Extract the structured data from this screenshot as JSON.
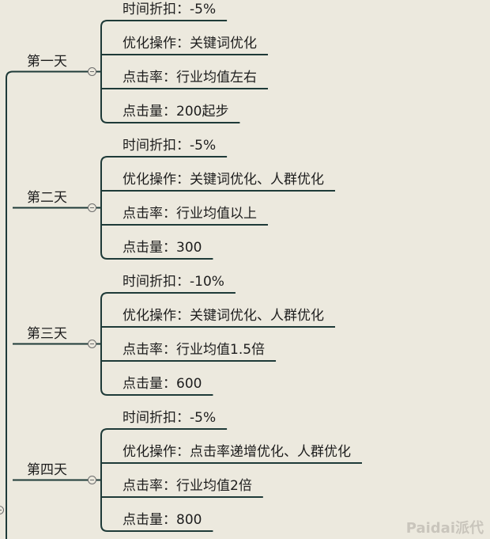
{
  "mindmap": {
    "line_color": "#1e3a38",
    "days": [
      {
        "label": "第一天",
        "children": [
          "时间折扣：-5%",
          "优化操作：关键词优化",
          "点击率：行业均值左右",
          "点击量：200起步"
        ]
      },
      {
        "label": "第二天",
        "children": [
          "时间折扣：-5%",
          "优化操作：关键词优化、人群优化",
          "点击率：行业均值以上",
          "点击量：300"
        ]
      },
      {
        "label": "第三天",
        "children": [
          "时间折扣：-10%",
          "优化操作：关键词优化、人群优化",
          "点击率：行业均值1.5倍",
          "点击量：600"
        ]
      },
      {
        "label": "第四天",
        "children": [
          "时间折扣：-5%",
          "优化操作：点击率递增优化、人群优化",
          "点击率：行业均值2倍",
          "点击量：800"
        ]
      }
    ]
  },
  "watermark": "Paidai派代"
}
